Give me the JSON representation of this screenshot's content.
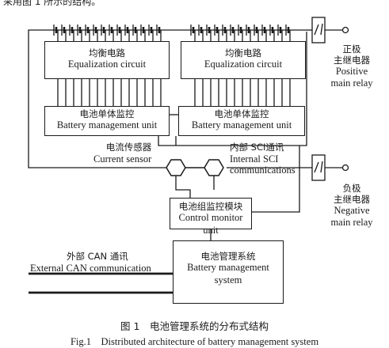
{
  "page_header": "采用图 1 所示的结构。",
  "modules": [
    {
      "title_zh": "均衡电路",
      "title_en": "Equalization circuit"
    },
    {
      "title_zh": "均衡电路",
      "title_en": "Equalization circuit"
    }
  ],
  "bmu": [
    {
      "title_zh": "电池单体监控",
      "title_en": "Battery management unit"
    },
    {
      "title_zh": "电池单体监控",
      "title_en": "Battery management unit"
    }
  ],
  "control_unit": {
    "title_zh": "电池组监控模块",
    "title_en": "Control monitor unit"
  },
  "bms": {
    "title_zh": "电池管理系统",
    "title_en_1": "Battery management",
    "title_en_2": "system"
  },
  "labels": {
    "current_sensor_zh": "电流传感器",
    "current_sensor_en": "Current sensor",
    "internal_sci_zh": "内部 SCI通讯",
    "internal_sci_en_1": "Internal SCI",
    "internal_sci_en_2": "communications",
    "external_can_zh": "外部 CAN 通讯",
    "external_can_en": "External CAN communication",
    "positive_relay_zh_1": "正极",
    "positive_relay_zh_2": "主继电器",
    "positive_relay_en_1": "Positive",
    "positive_relay_en_2": "main relay",
    "negative_relay_zh_1": "负极",
    "negative_relay_zh_2": "主继电器",
    "negative_relay_en_1": "Negative",
    "negative_relay_en_2": "main relay"
  },
  "caption": {
    "zh": "图 1　电池管理系统的分布式结构",
    "en": "Fig.1　Distributed architecture of battery management system"
  }
}
